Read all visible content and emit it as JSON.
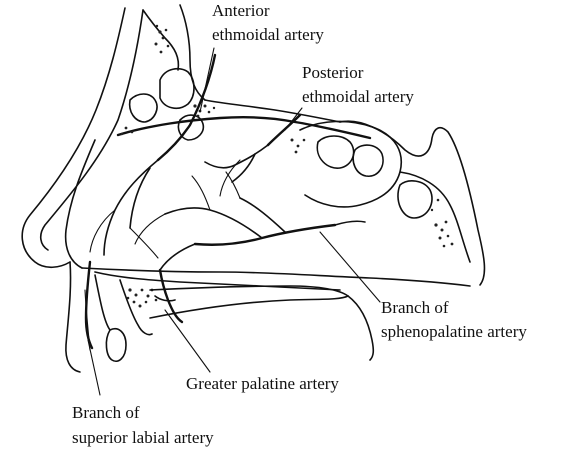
{
  "labels": {
    "anterior_ethmoidal": [
      "Anterior",
      "ethmoidal artery"
    ],
    "posterior_ethmoidal": [
      "Posterior",
      "ethmoidal artery"
    ],
    "sphenopalatine": [
      "Branch of",
      "sphenopalatine artery"
    ],
    "greater_palatine": [
      "Greater palatine artery"
    ],
    "superior_labial": [
      "Branch of",
      "superior labial artery"
    ]
  },
  "colors": {
    "ink": "#111111",
    "background": "#ffffff"
  }
}
